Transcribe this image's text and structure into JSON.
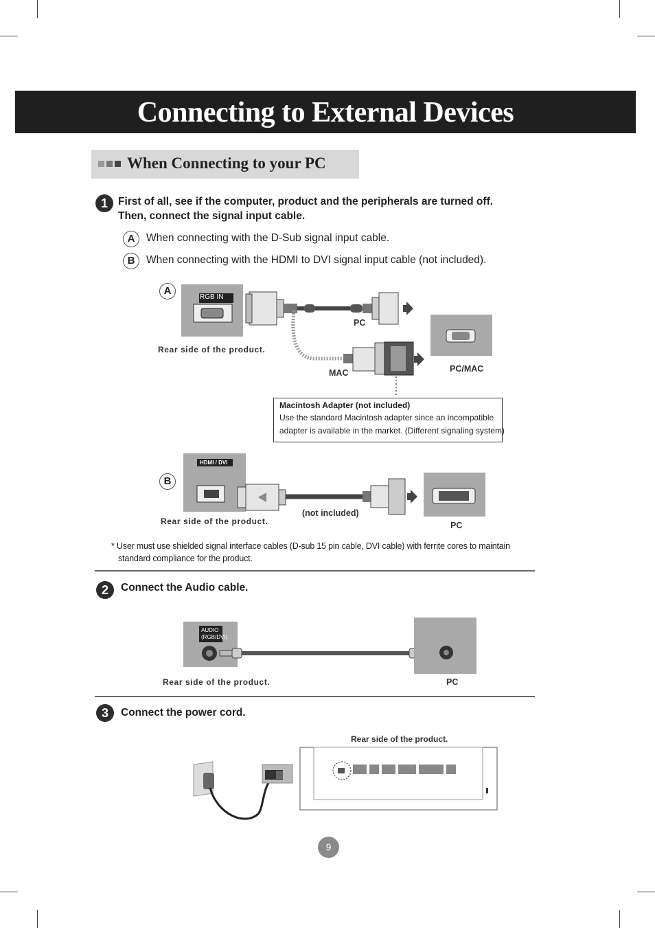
{
  "page_title": "Connecting to External Devices",
  "section_title": "When Connecting to your PC",
  "steps": [
    {
      "number": "1",
      "line1": "First of all, see if the computer, product and the peripherals are turned off.",
      "line2": "Then, connect the signal input cable."
    },
    {
      "number": "2",
      "line1": "Connect the Audio cable."
    },
    {
      "number": "3",
      "line1": "Connect the power cord."
    }
  ],
  "options": [
    {
      "letter": "A",
      "text": "When connecting with the D-Sub signal input cable."
    },
    {
      "letter": "B",
      "text": "When connecting with the HDMI to DVI signal input cable (not included)."
    }
  ],
  "diagram_a": {
    "letter": "A",
    "port_label": "RGB IN",
    "rear_caption": "Rear side of the product.",
    "pc_label": "PC",
    "mac_label": "MAC",
    "pcmac_label": "PC/MAC"
  },
  "note": {
    "title": "Macintosh Adapter (not included)",
    "line1": "Use the standard Macintosh adapter since an incompatible",
    "line2": "adapter is available in the market. (Different signaling system)"
  },
  "diagram_b": {
    "letter": "B",
    "port_label": "HDMI / DVI",
    "rear_caption": "Rear side of the product.",
    "cable_label": "(not included)",
    "pc_label": "PC"
  },
  "footnote": {
    "line1": "* User must use shielded signal interface cables (D-sub 15 pin cable, DVI cable) with ferrite cores to maintain",
    "line2": "standard compliance for the product."
  },
  "diagram_audio": {
    "port_label_1": "AUDIO",
    "port_label_2": "(RGB/DVI)",
    "rear_caption": "Rear side of the product.",
    "pc_label": "PC"
  },
  "diagram_power": {
    "rear_caption": "Rear side of the product."
  },
  "page_number": "9"
}
